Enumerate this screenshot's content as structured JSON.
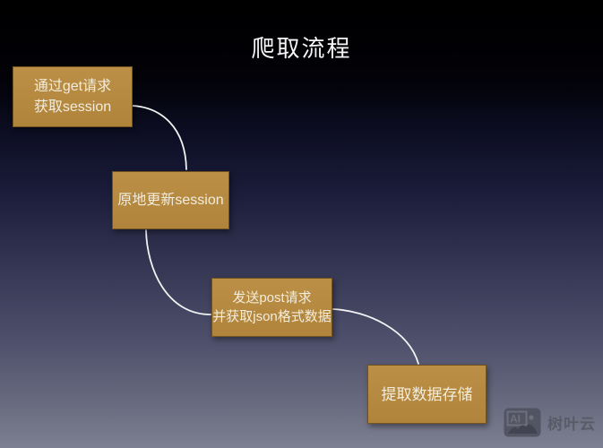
{
  "title": "爬取流程",
  "flow": {
    "nodes": [
      {
        "line1": "通过get请求",
        "line2": "获取session"
      },
      {
        "line1": "原地更新session"
      },
      {
        "line1": "发送post请求",
        "line2": "并获取json格式数据"
      },
      {
        "line1": "提取数据存储"
      }
    ],
    "order": "top-left to bottom-right staircase, connected by curved lines"
  },
  "colors": {
    "background_top": "#000000",
    "background_middle": "#2e2f4c",
    "background_bottom": "#7d7f92",
    "node_fill": "#b5893f",
    "node_border": "#5e4715",
    "node_text": "#f2ecdc",
    "title_text": "#f5f5f5",
    "connector": "#f2f2f2",
    "watermark_gray": "#585965"
  },
  "watermark": {
    "icon": "ai-image-icon",
    "icon_label": "AI",
    "text": "树叶云"
  }
}
